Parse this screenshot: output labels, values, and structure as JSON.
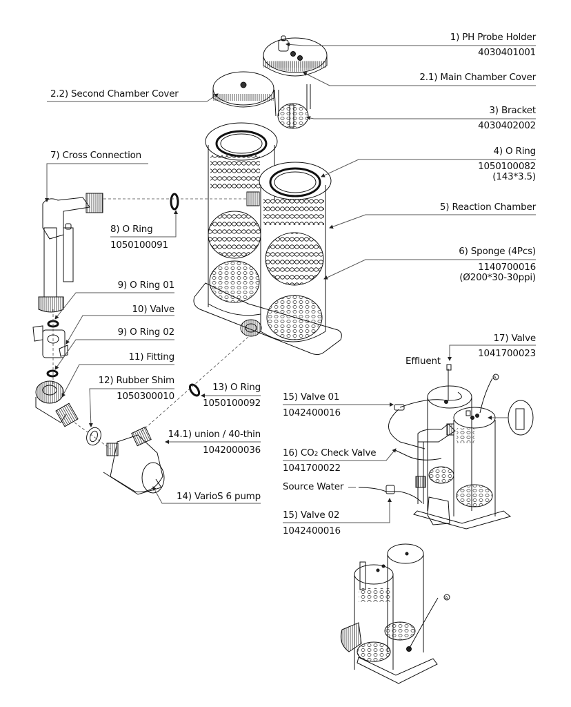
{
  "diagram": {
    "type": "exploded-parts-diagram",
    "subject": "Calcium / CO2 reactor assembly",
    "parts": [
      {
        "id": "1",
        "name": "1) PH Probe Holder",
        "part_no": "4030401001"
      },
      {
        "id": "2.1",
        "name": "2.1) Main Chamber Cover",
        "part_no": ""
      },
      {
        "id": "2.2",
        "name": "2.2) Second Chamber Cover",
        "part_no": ""
      },
      {
        "id": "3",
        "name": "3) Bracket",
        "part_no": "4030402002"
      },
      {
        "id": "4",
        "name": "4) O Ring",
        "part_no": "1050100082",
        "spec": "(143*3.5)"
      },
      {
        "id": "5",
        "name": "5) Reaction Chamber",
        "part_no": ""
      },
      {
        "id": "6",
        "name": "6) Sponge (4Pcs)",
        "part_no": "1140700016",
        "spec": "(Ø200*30-30ppi)"
      },
      {
        "id": "7",
        "name": "7) Cross Connection",
        "part_no": ""
      },
      {
        "id": "8",
        "name": "8) O Ring",
        "part_no": "1050100091"
      },
      {
        "id": "9a",
        "name": "9) O Ring 01",
        "part_no": ""
      },
      {
        "id": "10",
        "name": "10) Valve",
        "part_no": ""
      },
      {
        "id": "9b",
        "name": "9) O Ring 02",
        "part_no": ""
      },
      {
        "id": "11",
        "name": "11) Fitting",
        "part_no": ""
      },
      {
        "id": "12",
        "name": "12) Rubber Shim",
        "part_no": "1050300010"
      },
      {
        "id": "13",
        "name": "13) O Ring",
        "part_no": "1050100092"
      },
      {
        "id": "14.1",
        "name": "14.1) union / 40-thin",
        "part_no": "1042000036"
      },
      {
        "id": "14",
        "name": "14) VarioS 6 pump",
        "part_no": ""
      },
      {
        "id": "17",
        "name": "17) Valve",
        "part_no": "1041700023"
      },
      {
        "id": "15a",
        "name": "15) Valve 01",
        "part_no": "1042400016"
      },
      {
        "id": "16",
        "name_prefix": "16) CO",
        "name_sub": "2",
        "name_suffix": " Check Valve",
        "part_no": "1041700022"
      },
      {
        "id": "15b",
        "name": "15) Valve 02",
        "part_no": "1042400016"
      }
    ],
    "annotations": {
      "effluent": "Effluent",
      "source_water": "Source Water",
      "marker_a": "A"
    }
  }
}
